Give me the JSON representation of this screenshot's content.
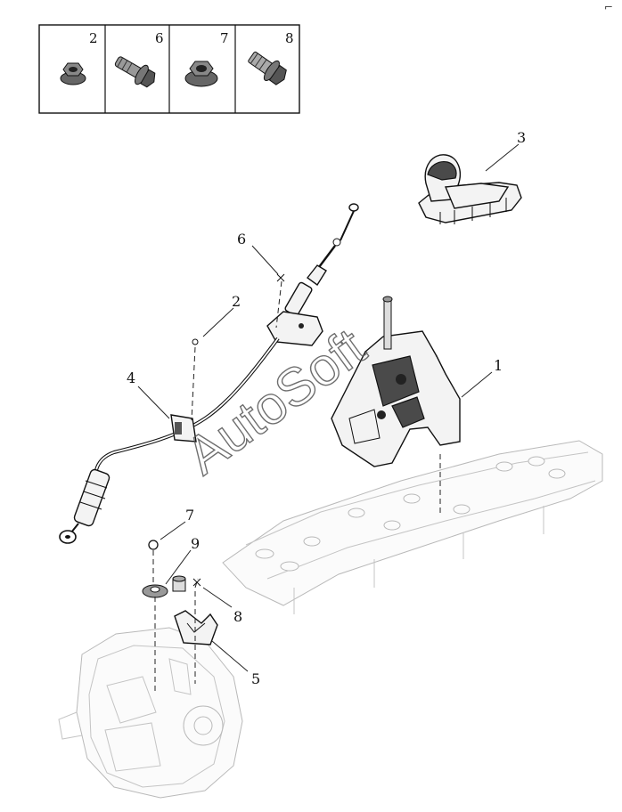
{
  "corner_mark": "⌐",
  "hardware_legend": [
    {
      "number": "2",
      "icon": "flange-nut-icon"
    },
    {
      "number": "6",
      "icon": "flange-bolt-icon"
    },
    {
      "number": "7",
      "icon": "flange-nut-icon"
    },
    {
      "number": "8",
      "icon": "flange-bolt-icon"
    }
  ],
  "callouts": {
    "c1": "1",
    "c2": "2",
    "c3": "3",
    "c4": "4",
    "c5": "5",
    "c6": "6",
    "c7": "7",
    "c8": "8",
    "c9": "9"
  },
  "watermark": "AutoSoft"
}
